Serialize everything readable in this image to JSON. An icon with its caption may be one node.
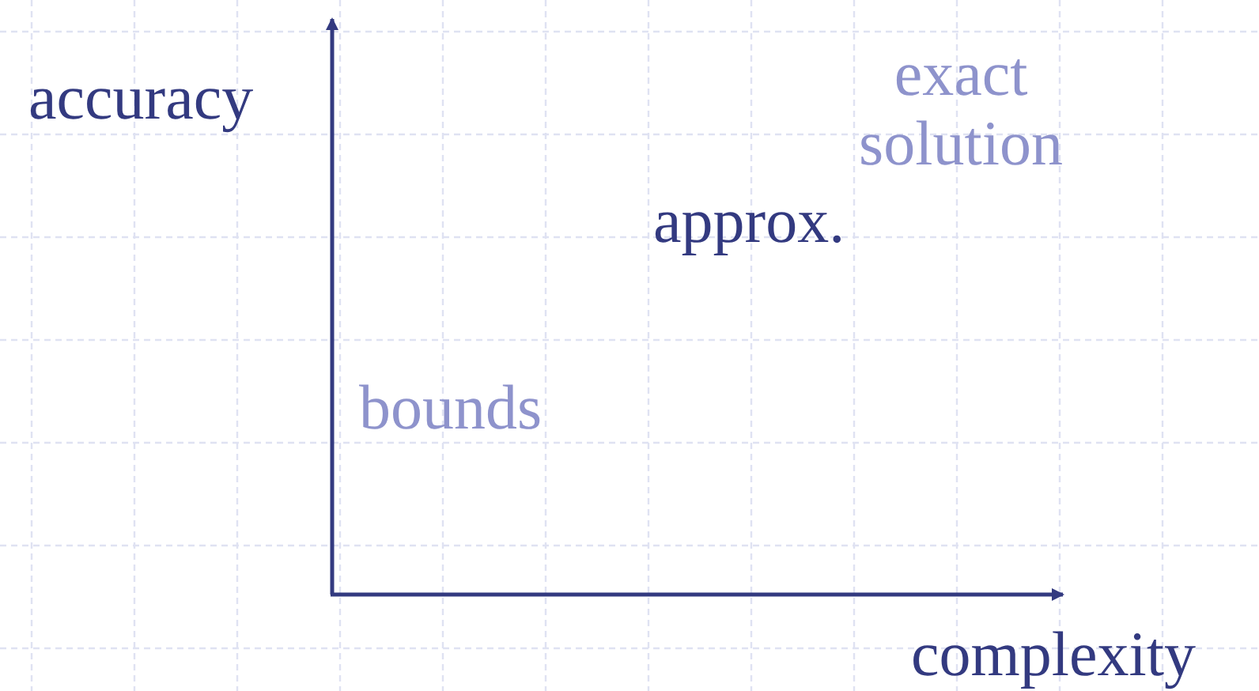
{
  "diagram": {
    "labels": [
      "accuracy",
      "exact solution",
      "approx.",
      "bounds",
      "complexity"
    ]
  }
}
